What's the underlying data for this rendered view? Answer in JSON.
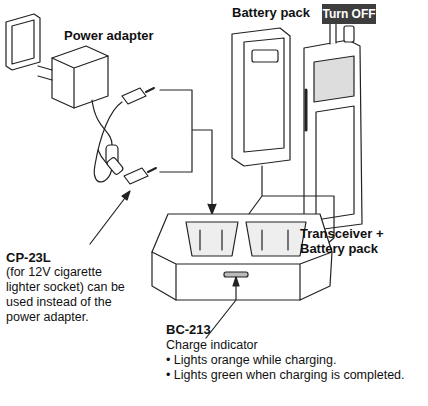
{
  "diagram": {
    "nodes": [
      {
        "text": [
          "Turn OFF"
        ]
      }
    ],
    "labels": [
      "Power adapter",
      "Battery pack",
      "Transceiver + Battery pack",
      "CP-23L",
      "(for 12V cigarette lighter socket) can be used instead of the power adapter.",
      "BC-213",
      "Charge indicator",
      "• Lights orange while charging.",
      "• Lights green when charging is completed."
    ]
  }
}
